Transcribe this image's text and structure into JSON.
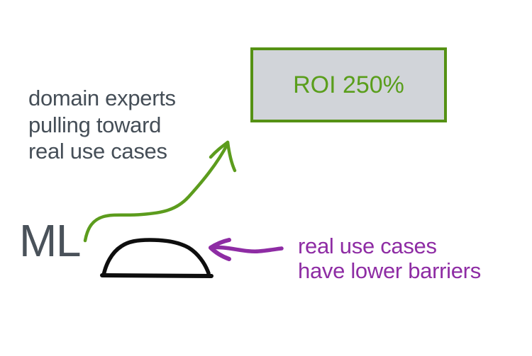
{
  "canvas": {
    "background": "#ffffff"
  },
  "ml_label": {
    "text": "ML",
    "color": "#4a525a"
  },
  "roi_box": {
    "label": "ROI 250%",
    "border_color": "#559114",
    "fill_color": "#d1d4d9",
    "text_color": "#5a9e1c"
  },
  "annotations": {
    "domain_experts": {
      "lines": [
        "domain experts",
        "pulling toward",
        "real use cases"
      ],
      "color": "#454e57"
    },
    "real_use_cases": {
      "lines": [
        "real use cases",
        "have lower barriers"
      ],
      "color": "#8e2ca4"
    }
  },
  "arrows": {
    "green_growth_arrow": {
      "color": "#5c9c1d"
    },
    "purple_left_arrow": {
      "color": "#8e2ca4"
    }
  },
  "dome": {
    "color": "#0e0e0e"
  }
}
